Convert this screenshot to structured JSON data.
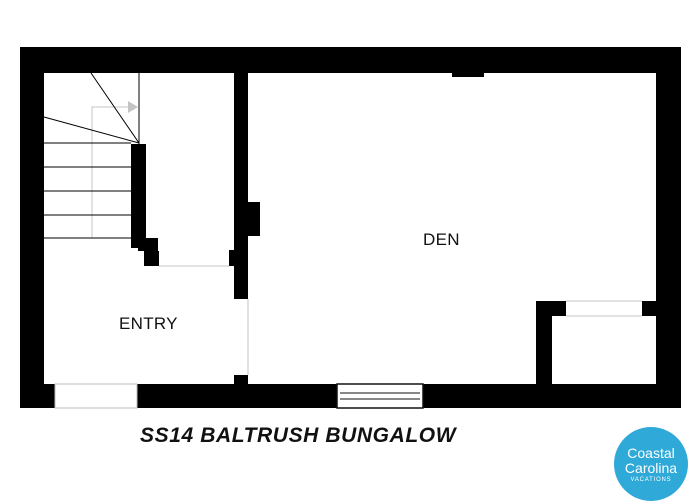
{
  "floor_plan": {
    "title": "SS14 BALTRUSH BUNGALOW",
    "rooms": [
      {
        "name": "DEN"
      },
      {
        "name": "ENTRY"
      }
    ],
    "colors": {
      "wall": "#000000",
      "background": "#ffffff",
      "fixture_line": "#bdbdbd",
      "stair_line": "#000000"
    }
  },
  "logo": {
    "line1": "Coastal",
    "line2": "Carolina",
    "line3": "VACATIONS",
    "color": "#2ea9d8"
  }
}
